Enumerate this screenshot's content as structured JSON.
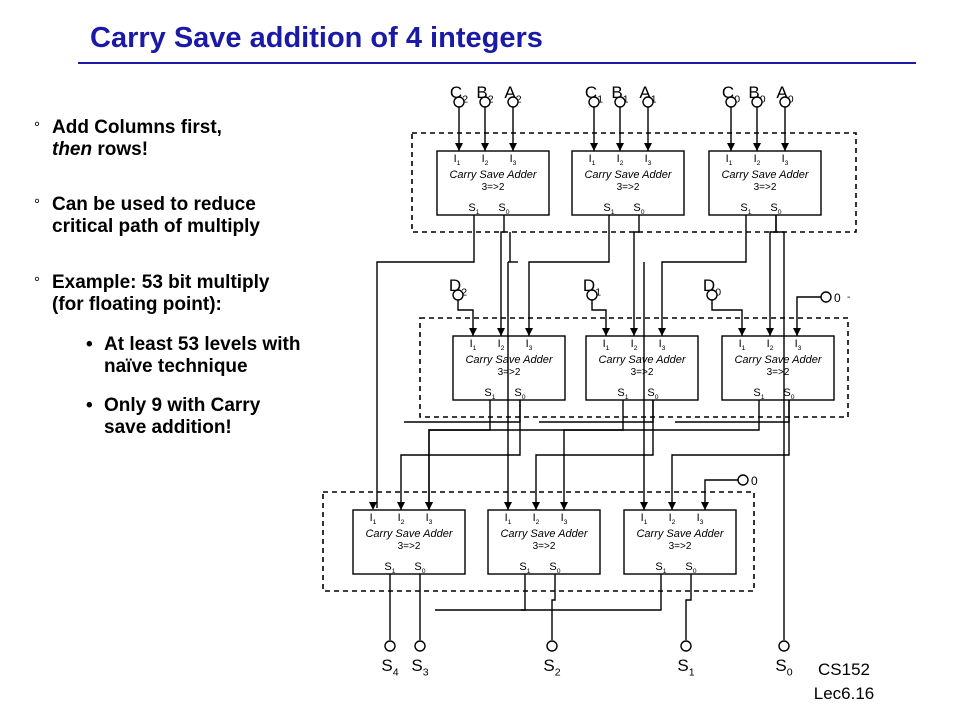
{
  "slide": {
    "title": "Carry Save addition of 4 integers"
  },
  "bullets": [
    {
      "marker": "°",
      "lines": [
        "Add Columns first,",
        "then rows!"
      ],
      "italic_prefix": "then"
    },
    {
      "marker": "°",
      "lines": [
        "Can be used to reduce",
        "critical path of multiply"
      ]
    },
    {
      "marker": "°",
      "lines": [
        "Example: 53 bit multiply",
        "(for floating point):"
      ]
    }
  ],
  "subbullets": [
    {
      "marker": "•",
      "lines": [
        "At least 53 levels with",
        "naïve technique"
      ]
    },
    {
      "marker": "•",
      "lines": [
        "Only 9 with Carry",
        "save addition!"
      ]
    }
  ],
  "adder": {
    "name": "Carry Save Adder",
    "ratio": "3=>2",
    "input_labels": [
      "I1",
      "I2",
      "I3"
    ],
    "output_labels": [
      "S1",
      "S0"
    ]
  },
  "inputs_row1": [
    [
      "C2",
      "B2",
      "A2"
    ],
    [
      "C1",
      "B1",
      "A1"
    ],
    [
      "C0",
      "B0",
      "A0"
    ]
  ],
  "inputs_row2": [
    "D2",
    "D1",
    "D0"
  ],
  "constants": {
    "zero_row2": "0",
    "zero_row3": "0"
  },
  "outputs": [
    "S4",
    "S3",
    "S2",
    "S1",
    "S0"
  ],
  "footer": {
    "course": "CS152",
    "lecture": "Lec6.16"
  },
  "colors": {
    "title": "#1a1aa6",
    "lines": "#000000"
  }
}
